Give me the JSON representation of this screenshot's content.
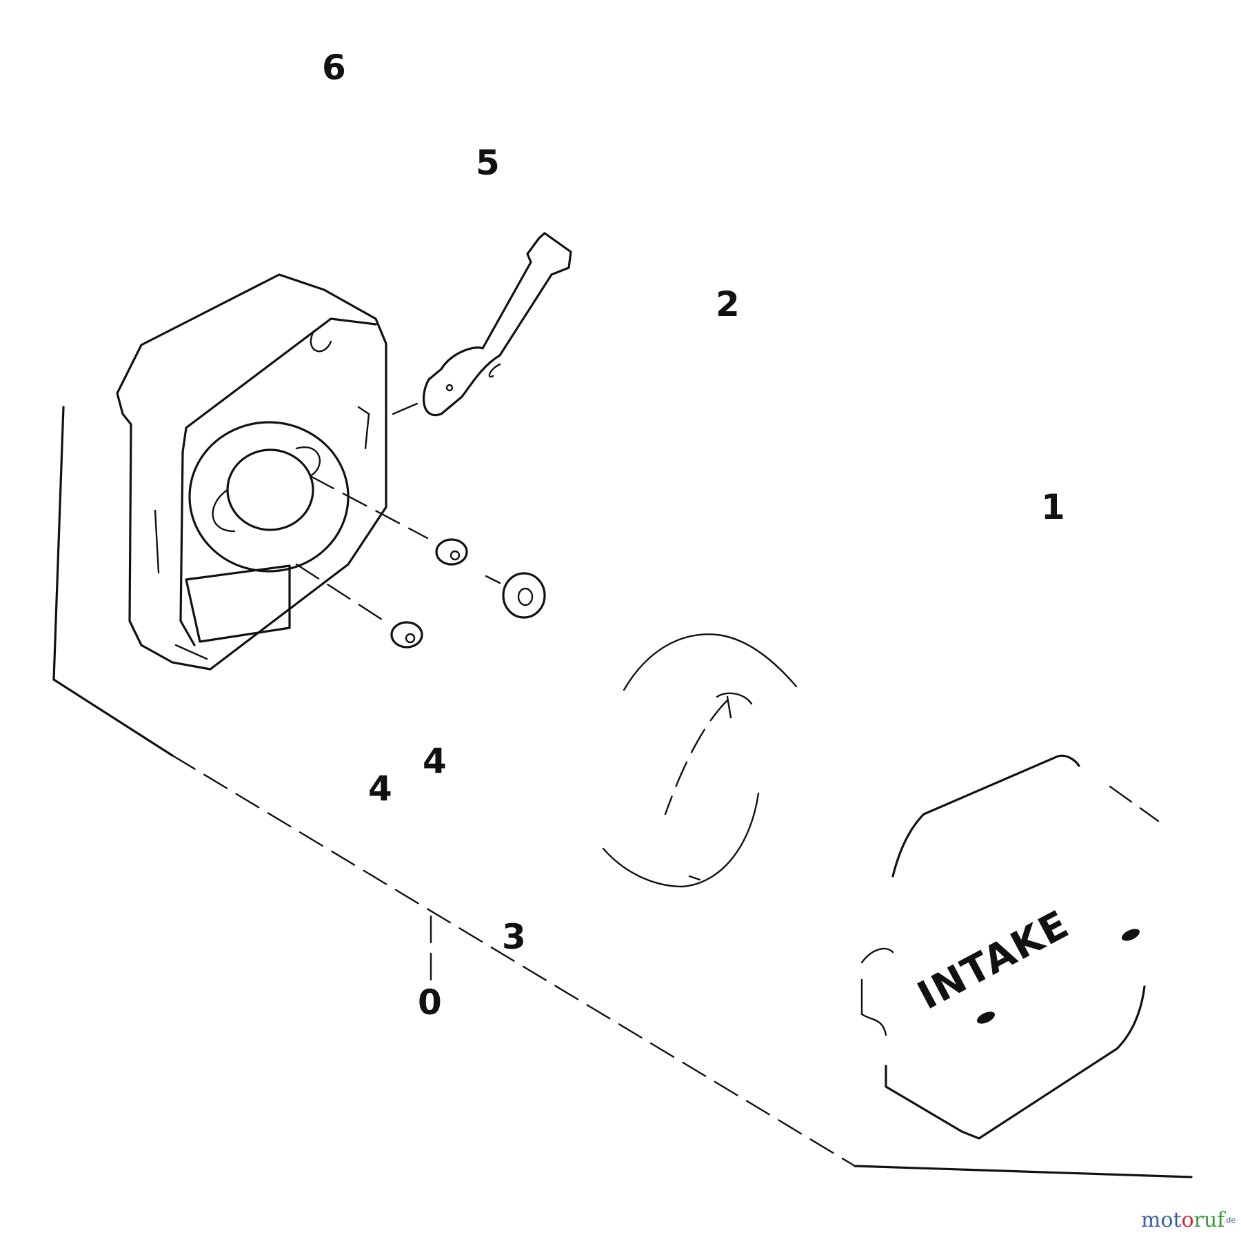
{
  "callouts": {
    "c6": "6",
    "c5": "5",
    "c2": "2",
    "c1": "1",
    "c4a": "4",
    "c4b": "4",
    "c3": "3",
    "c0": "0"
  },
  "cover_label": "INTAKE",
  "watermark": {
    "part1": "mot",
    "part2": "o",
    "part3": "ruf",
    "tld": ".de",
    "colors": {
      "part1": "#3a5fa8",
      "part2": "#d9242b",
      "part3": "#3a9a3a"
    }
  }
}
